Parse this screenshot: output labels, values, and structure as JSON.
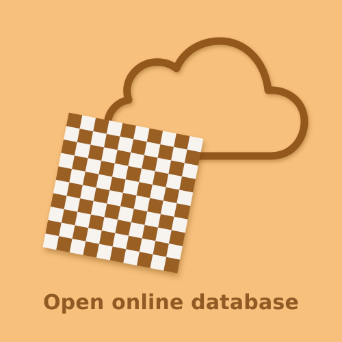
{
  "caption": {
    "text": "Open online database",
    "color": "#8f5a24"
  },
  "colors": {
    "background": "#f7c07c",
    "cloud_outline": "#93591f",
    "board_dark": "#9a5e22",
    "board_light": "#f7f3ee"
  },
  "icons": {
    "cloud": "cloud-icon",
    "board": "checkerboard-icon"
  },
  "board": {
    "rows": 10,
    "cols": 10
  }
}
